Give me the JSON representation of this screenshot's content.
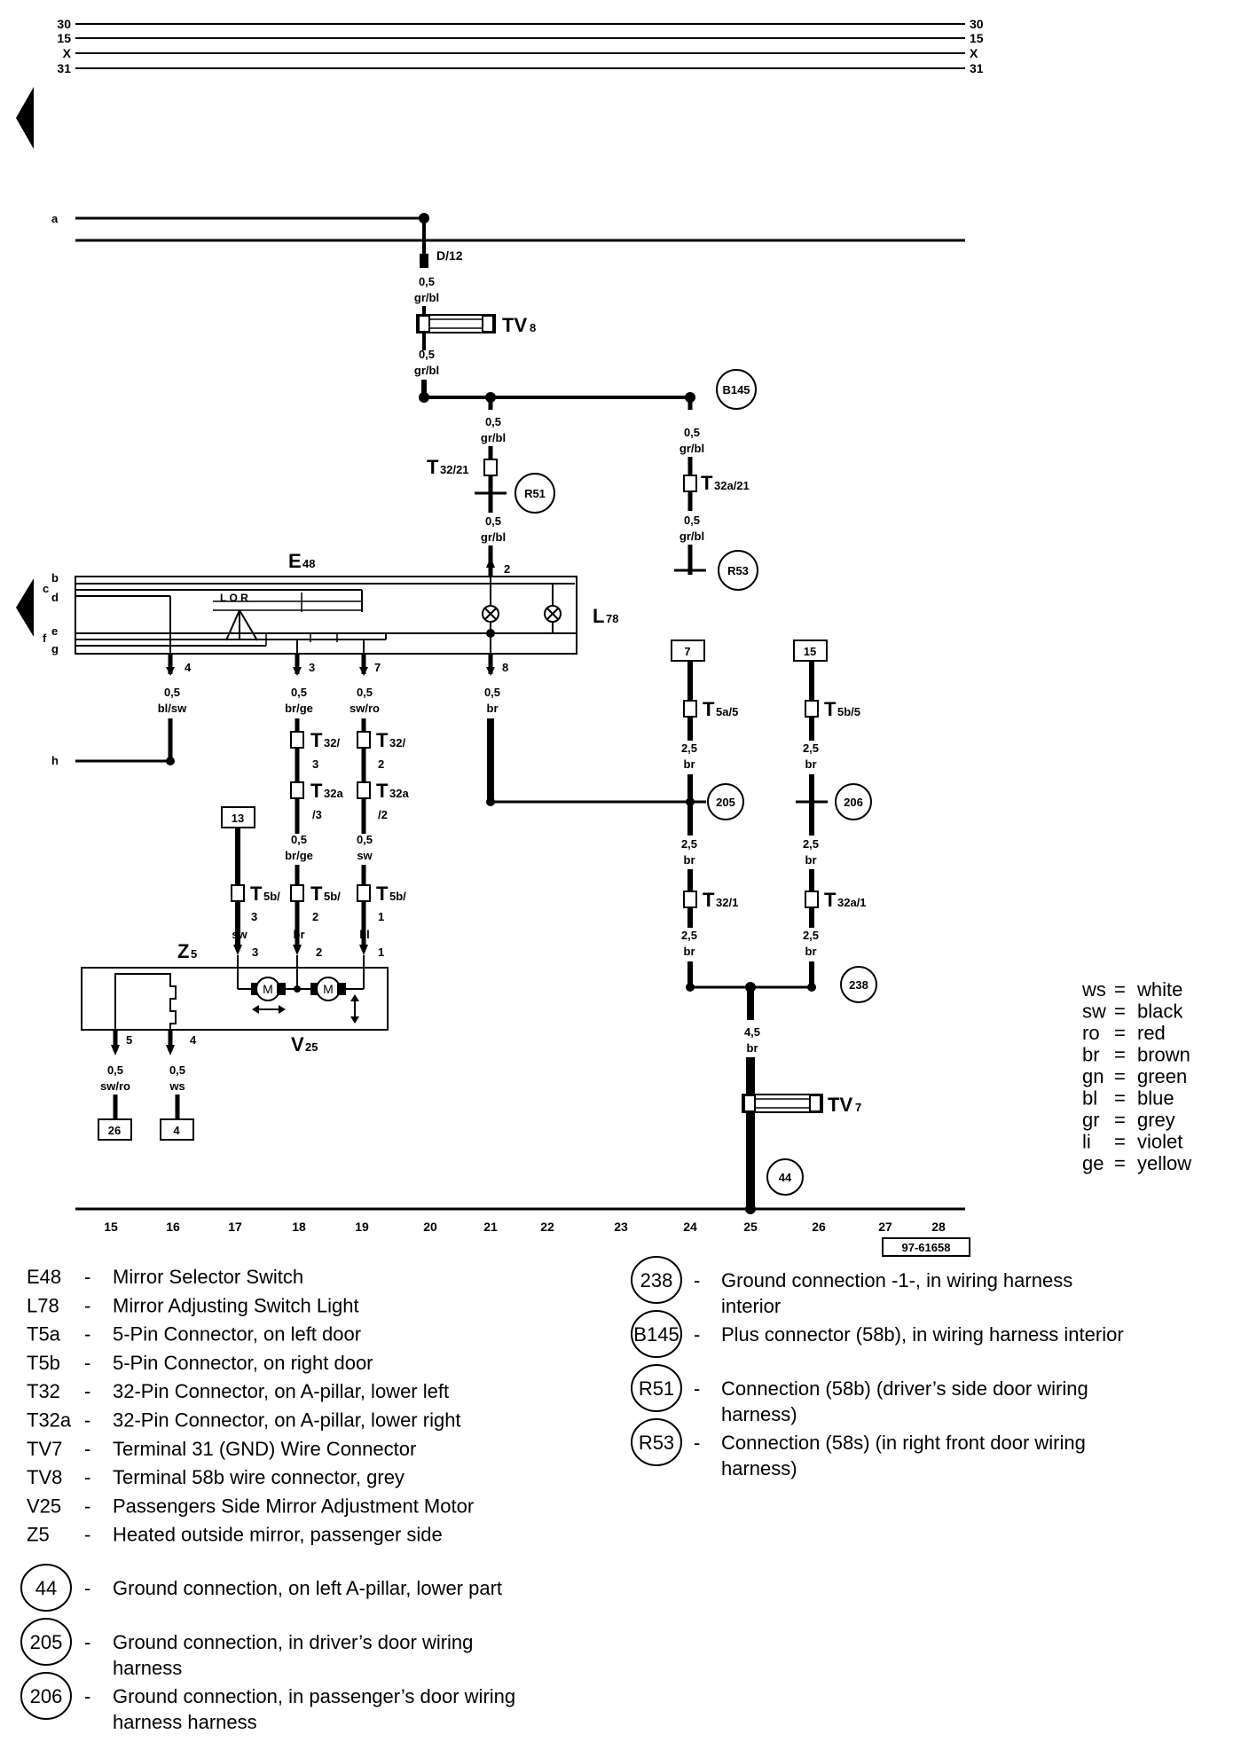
{
  "rails": {
    "r1": "30",
    "r2": "15",
    "r3": "X",
    "r4": "31"
  },
  "ref_letters": {
    "a": "a",
    "b": "b",
    "c": "c",
    "d": "d",
    "e": "e",
    "f": "f",
    "g": "g",
    "h": "h"
  },
  "components": {
    "e48": "E48",
    "e48_main": "E",
    "e48_sub": "48",
    "l78_main": "L",
    "l78_sub": "78",
    "z5_main": "Z",
    "z5_sub": "5",
    "v25_main": "V",
    "v25_sub": "25",
    "tv8_main": "TV",
    "tv8_sub": "8",
    "tv7_main": "TV",
    "tv7_sub": "7",
    "switch_positions": "L O R",
    "motor": "M"
  },
  "wires": {
    "d12": "D/12",
    "w_05_grbl": [
      "0,5",
      "gr/bl"
    ],
    "w_05_blsw": [
      "0,5",
      "bl/sw"
    ],
    "w_05_brge": [
      "0,5",
      "br/ge"
    ],
    "w_05_swro": [
      "0,5",
      "sw/ro"
    ],
    "w_05_br": [
      "0,5",
      "br"
    ],
    "w_05_sw": [
      "0,5",
      "sw"
    ],
    "w_05_ws": [
      "0,5",
      "ws"
    ],
    "w_25_br": [
      "2,5",
      "br"
    ],
    "w_45_br": [
      "4,5",
      "br"
    ],
    "short_sw": "sw",
    "short_br": "br",
    "short_bl": "bl"
  },
  "connectors": {
    "t32_21": {
      "main": "T",
      "sub": "32/21"
    },
    "t32a_21": {
      "main": "T",
      "sub": "32a/21"
    },
    "t32_3": {
      "main": "T",
      "sub": "32/",
      "sub2": "3"
    },
    "t32_2": {
      "main": "T",
      "sub": "32/",
      "sub2": "2"
    },
    "t32a_3": {
      "main": "T",
      "sub": "32a",
      "sub2": "/3"
    },
    "t32a_2": {
      "main": "T",
      "sub": "32a",
      "sub2": "/2"
    },
    "t5b_3": {
      "main": "T",
      "sub": "5b/",
      "sub2": "3"
    },
    "t5b_2": {
      "main": "T",
      "sub": "5b/",
      "sub2": "2"
    },
    "t5b_1": {
      "main": "T",
      "sub": "5b/",
      "sub2": "1"
    },
    "t5a_5": {
      "main": "T",
      "sub": "5a/5"
    },
    "t5b_5": {
      "main": "T",
      "sub": "5b/5"
    },
    "t32_1": {
      "main": "T",
      "sub": "32/1"
    },
    "t32a_1": {
      "main": "T",
      "sub": "32a/1"
    }
  },
  "pins": {
    "p2": "2",
    "p4": "4",
    "p3": "3",
    "p7": "7",
    "p8": "8",
    "p1": "1",
    "p5": "5"
  },
  "boxes": {
    "b7": "7",
    "b15": "15",
    "b13": "13",
    "b26": "26",
    "b4": "4"
  },
  "circles": {
    "b145": "B145",
    "r51": "R51",
    "r53": "R53",
    "c205": "205",
    "c206": "206",
    "c238": "238",
    "c44": "44"
  },
  "tracks": [
    "15",
    "16",
    "17",
    "18",
    "19",
    "20",
    "21",
    "22",
    "23",
    "24",
    "25",
    "26",
    "27",
    "28"
  ],
  "figure_id": "97-61658",
  "color_key": [
    {
      "code": "ws",
      "name": "white"
    },
    {
      "code": "sw",
      "name": "black"
    },
    {
      "code": "ro",
      "name": "red"
    },
    {
      "code": "br",
      "name": "brown"
    },
    {
      "code": "gn",
      "name": "green"
    },
    {
      "code": "bl",
      "name": "blue"
    },
    {
      "code": "gr",
      "name": "grey"
    },
    {
      "code": "li",
      "name": "violet"
    },
    {
      "code": "ge",
      "name": "yellow"
    }
  ],
  "legend_left": [
    {
      "code": "E48",
      "desc": "Mirror Selector Switch"
    },
    {
      "code": "L78",
      "desc": "Mirror Adjusting Switch Light"
    },
    {
      "code": "T5a",
      "desc": "5-Pin Connector, on left door"
    },
    {
      "code": "T5b",
      "desc": "5-Pin Connector, on right door"
    },
    {
      "code": "T32",
      "desc": "32-Pin Connector, on A-pillar, lower left"
    },
    {
      "code": "T32a",
      "desc": "32-Pin Connector, on A-pillar, lower right"
    },
    {
      "code": "TV7",
      "desc": "Terminal 31 (GND) Wire Connector"
    },
    {
      "code": "TV8",
      "desc": "Terminal 58b wire connector, grey"
    },
    {
      "code": "V25",
      "desc": "Passengers Side Mirror Adjustment Motor"
    },
    {
      "code": "Z5",
      "desc": "Heated outside mirror, passenger side"
    }
  ],
  "legend_ground": [
    {
      "code": "44",
      "desc": [
        "Ground connection, on left A-pillar, lower part"
      ]
    },
    {
      "code": "205",
      "desc": [
        "Ground connection, in driver’s door wiring",
        "harness"
      ]
    },
    {
      "code": "206",
      "desc": [
        "Ground connection, in passenger’s door wiring",
        "harness harness"
      ]
    }
  ],
  "legend_right": [
    {
      "code": "238",
      "desc": [
        "Ground connection -1-, in wiring harness",
        "interior"
      ]
    },
    {
      "code": "B145",
      "desc": [
        "Plus connector (58b), in wiring harness interior"
      ]
    },
    {
      "code": "R51",
      "desc": [
        "Connection (58b) (driver’s side door wiring",
        "harness)"
      ]
    },
    {
      "code": "R53",
      "desc": [
        "Connection (58s) (in right front door wiring",
        "harness)"
      ]
    }
  ],
  "dash": "-"
}
